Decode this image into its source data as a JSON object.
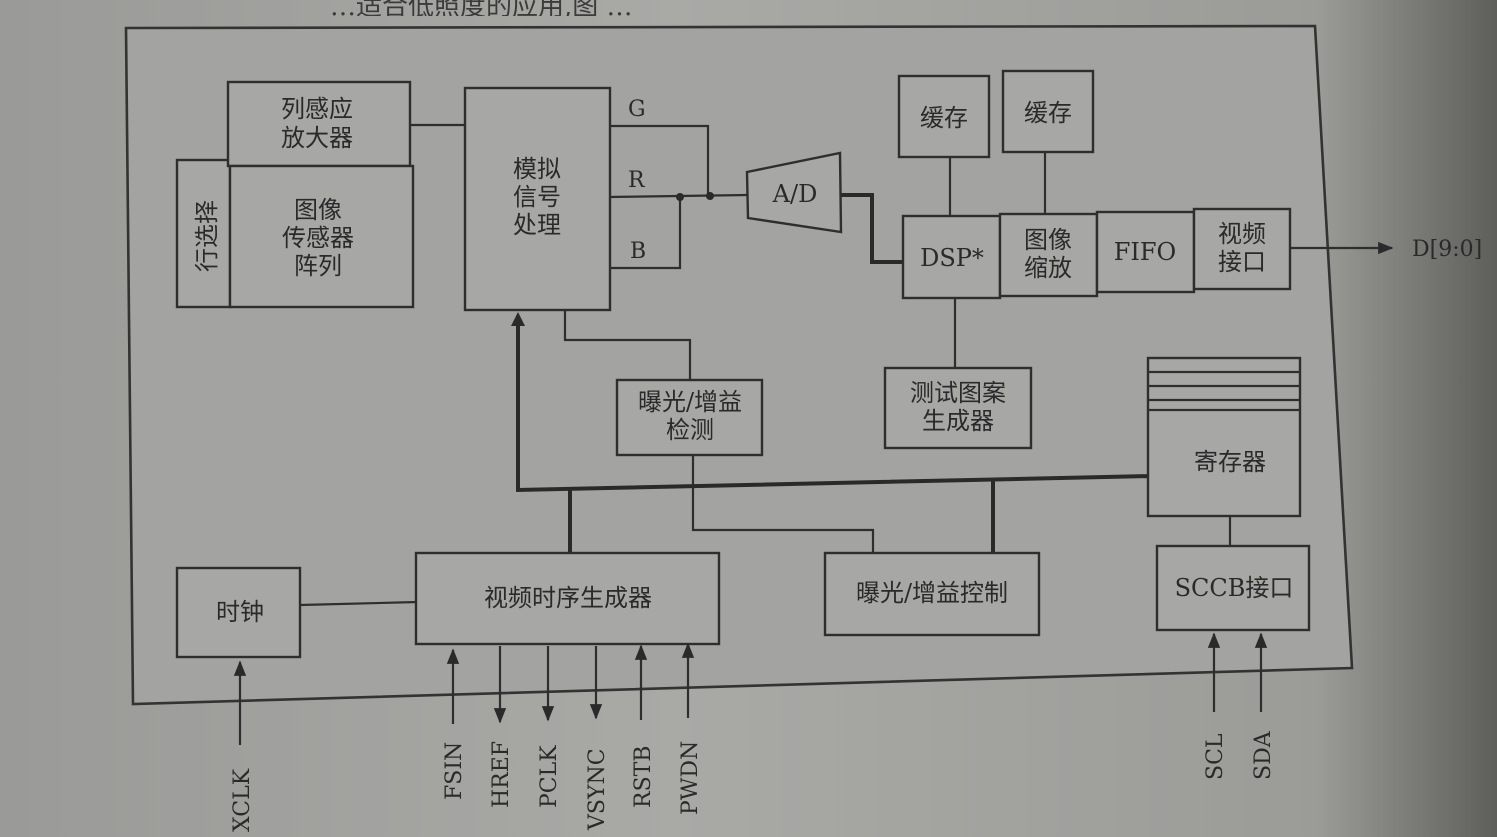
{
  "header_fragment": "…适合低照度的应用,图 …",
  "blocks": {
    "col_amp": [
      "列感应",
      "放大器"
    ],
    "row_select": "行选择",
    "sensor": [
      "图像",
      "传感器",
      "阵列"
    ],
    "analog": [
      "模拟",
      "信号",
      "处理"
    ],
    "ad": "A/D",
    "cache1": "缓存",
    "cache2": "缓存",
    "dsp": "DSP*",
    "scale": [
      "图像",
      "缩放"
    ],
    "fifo": "FIFO",
    "video_if": [
      "视频",
      "接口"
    ],
    "exposure_detect": [
      "曝光/增益",
      "检测"
    ],
    "test_pattern": [
      "测试图案",
      "生成器"
    ],
    "register": "寄存器",
    "clock": "时钟",
    "timing": "视频时序生成器",
    "exposure_ctrl": "曝光/增益控制",
    "sccb": "SCCB接口"
  },
  "channels": {
    "g": "G",
    "r": "R",
    "b": "B"
  },
  "output": "D[9:0]",
  "pins": {
    "xclk": "XCLK",
    "fsin": "FSIN",
    "href": "HREF",
    "pclk": "PCLK",
    "vsync": "VSYNC",
    "rstb": "RSTB",
    "pwdn": "PWDN",
    "scl": "SCL",
    "sda": "SDA"
  }
}
